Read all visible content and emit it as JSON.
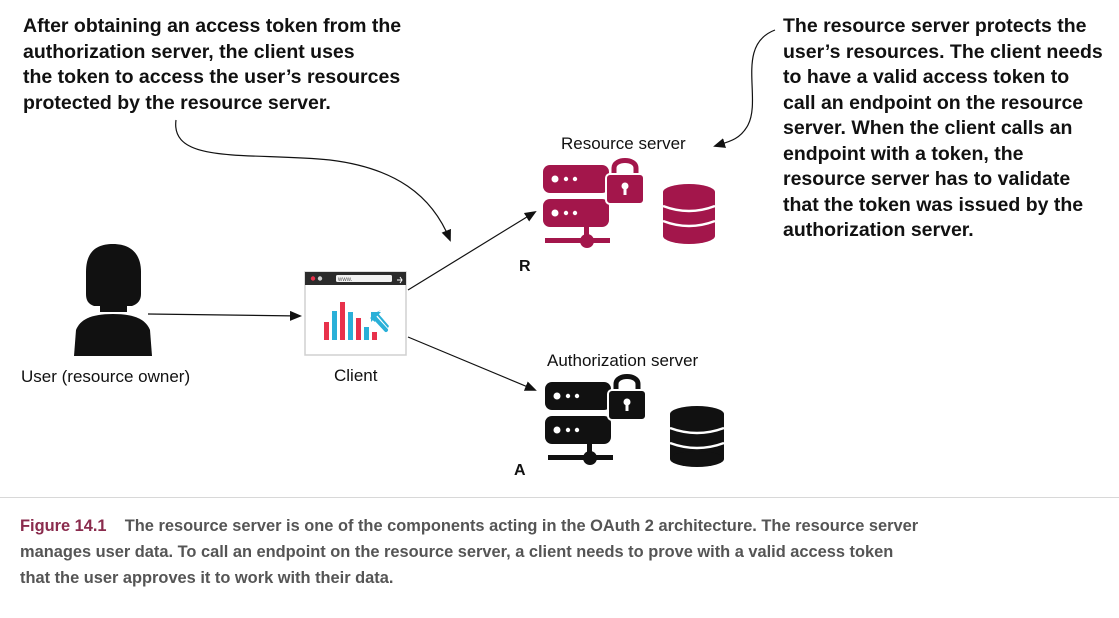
{
  "notes": {
    "left": [
      "After obtaining an access token from the",
      "authorization server, the client uses",
      "the token to access the user’s resources",
      "protected by the resource server."
    ],
    "right": [
      "The resource server protects the",
      "user’s resources. The client needs",
      "to have a valid access token to",
      "call an endpoint on the resource",
      "server. When the client calls an",
      "endpoint with a token, the",
      "resource server has to validate",
      "that the token was issued by the",
      "authorization server."
    ]
  },
  "nodes": {
    "user": {
      "label": "User (resource owner)"
    },
    "client": {
      "label": "Client",
      "url_text": "www."
    },
    "resource_server": {
      "label": "Resource server",
      "letter": "R"
    },
    "authorization_server": {
      "label": "Authorization server",
      "letter": "A"
    }
  },
  "caption": {
    "figure_number": "Figure 14.1",
    "lines": [
      "The resource server is one of the components acting in the OAuth 2 architecture. The resource server",
      "manages user data. To call an endpoint on the resource server, a client needs to prove with a valid access token",
      "that the user approves it to work with their data."
    ]
  },
  "colors": {
    "resource_server": "#a3164b",
    "authorization_server": "#111111",
    "caption_figure": "#8a2b4d",
    "caption_text": "#555555",
    "chart_bars": [
      "#e8314b",
      "#2ab0d8"
    ]
  }
}
